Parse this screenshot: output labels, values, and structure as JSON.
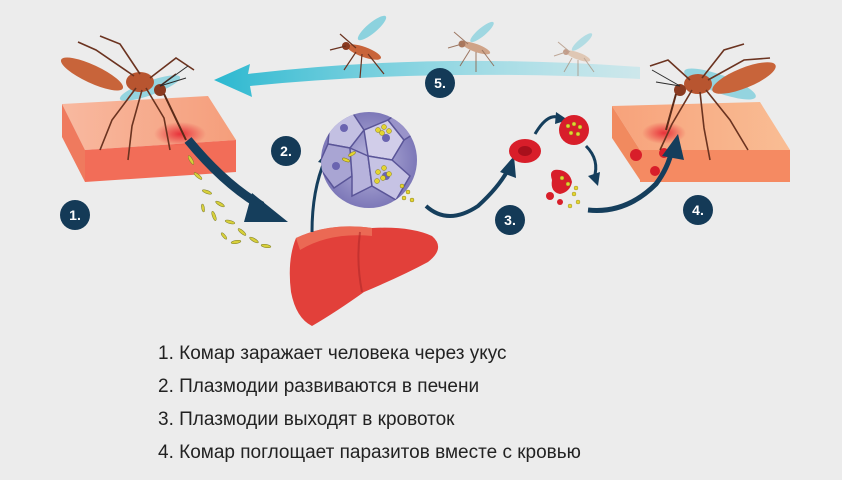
{
  "steps": {
    "s1": "1.",
    "s2": "2.",
    "s3": "3.",
    "s4": "4.",
    "s5": "5."
  },
  "legend": [
    "1. Комар заражает человека через укус",
    "2. Плазмодии развиваются в печени",
    "3. Плазмодии выходят в кровоток",
    "4. Комар поглощает паразитов вместе с кровью"
  ],
  "colors": {
    "background": "#ececec",
    "badge": "#143a57",
    "arrow_dark": "#153e5c",
    "arrow_cyan": "#3fc0d4",
    "skin": "#f58a62",
    "liver": "#e2403a",
    "blood_cell": "#d81e2a",
    "mosquito": "#c8643a"
  },
  "icons": [
    "mosquito-icon",
    "skin-section-icon",
    "liver-icon",
    "liver-cells-icon",
    "red-blood-cell-icon",
    "parasite-icon"
  ]
}
